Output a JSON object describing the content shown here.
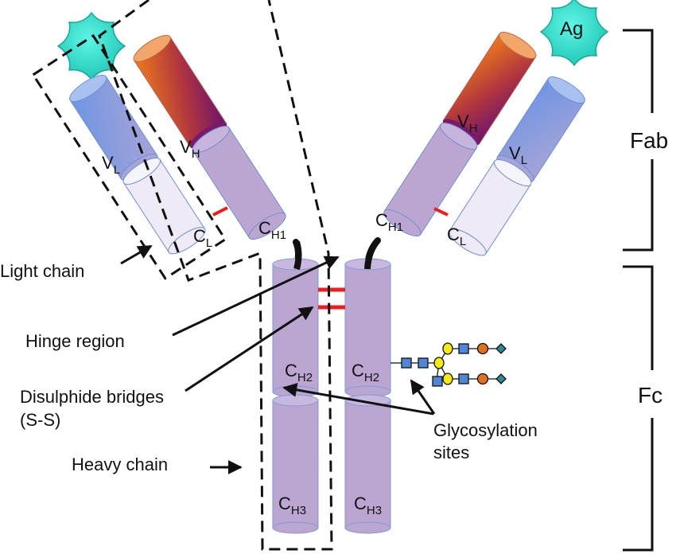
{
  "domains": {
    "VL": {
      "main": "V",
      "sub": "L"
    },
    "VH": {
      "main": "V",
      "sub": "H"
    },
    "CL": {
      "main": "C",
      "sub": "L"
    },
    "CH1": {
      "main": "C",
      "sub": "H1"
    },
    "CH2": {
      "main": "C",
      "sub": "H2"
    },
    "CH3": {
      "main": "C",
      "sub": "H3"
    }
  },
  "antigen_label": "Ag",
  "labels": {
    "light_chain": "Light chain",
    "hinge_region": "Hinge region",
    "disulphide_line1": "Disulphide bridges",
    "disulphide_line2": "(S-S)",
    "heavy_chain": "Heavy chain",
    "glyco_line1": "Glycosylation",
    "glyco_line2": "sites"
  },
  "brackets": {
    "fab": "Fab",
    "fc": "Fc"
  },
  "colors": {
    "antigen": "#3de8d6",
    "vl": "#7f9ee0",
    "vh_top": "#e8741e",
    "vh_bottom": "#7a1a6a",
    "constant_heavy": "#bba6d2",
    "constant_light": "#eeeaf6",
    "disulphide": "#ee1c1c",
    "hinge": "#111111",
    "glcnac": "#4f86d6",
    "mannose": "#f5ea14",
    "galactose": "#e07020",
    "sialic": "#2b8a9a"
  }
}
